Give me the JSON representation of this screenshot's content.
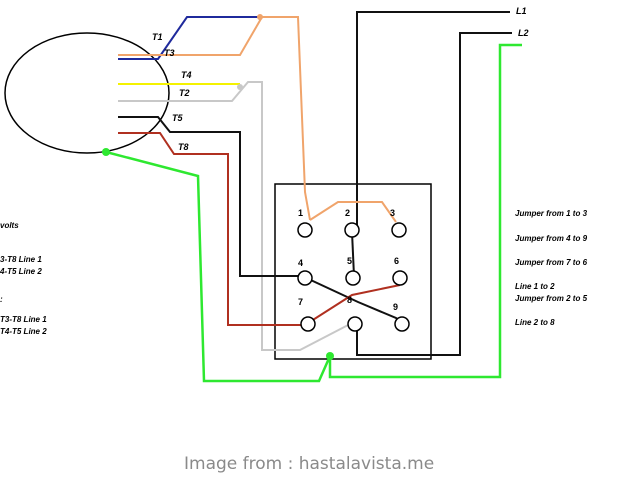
{
  "colors": {
    "blue": "#1f2a9c",
    "orange": "#f0a46b",
    "yellow": "#f4f200",
    "gray": "#c8c8c8",
    "black": "#111111",
    "red": "#b03020",
    "green": "#2ee830"
  },
  "motor": {
    "leads": [
      "T1",
      "T3",
      "T4",
      "T2",
      "T5",
      "T8"
    ]
  },
  "lines": {
    "l1": "L1",
    "l2": "L2"
  },
  "terminals": [
    "1",
    "2",
    "3",
    "4",
    "5",
    "6",
    "7",
    "8",
    "9"
  ],
  "left_notes": {
    "volts": "volts",
    "a1": "3-T8  Line 1",
    "a2": "4-T5  Line 2",
    "b0": ":",
    "b1": "T3-T8  Line 1",
    "b2": "T4-T5  Line 2"
  },
  "right_notes": [
    "Jumper from 1 to 3",
    "Jumper from 4 to 9",
    "Jumper from 7 to 6",
    "Line 1 to 2",
    "Jumper from 2 to 5",
    "Line 2 to 8"
  ],
  "credit": "Image from : hastalavista.me"
}
